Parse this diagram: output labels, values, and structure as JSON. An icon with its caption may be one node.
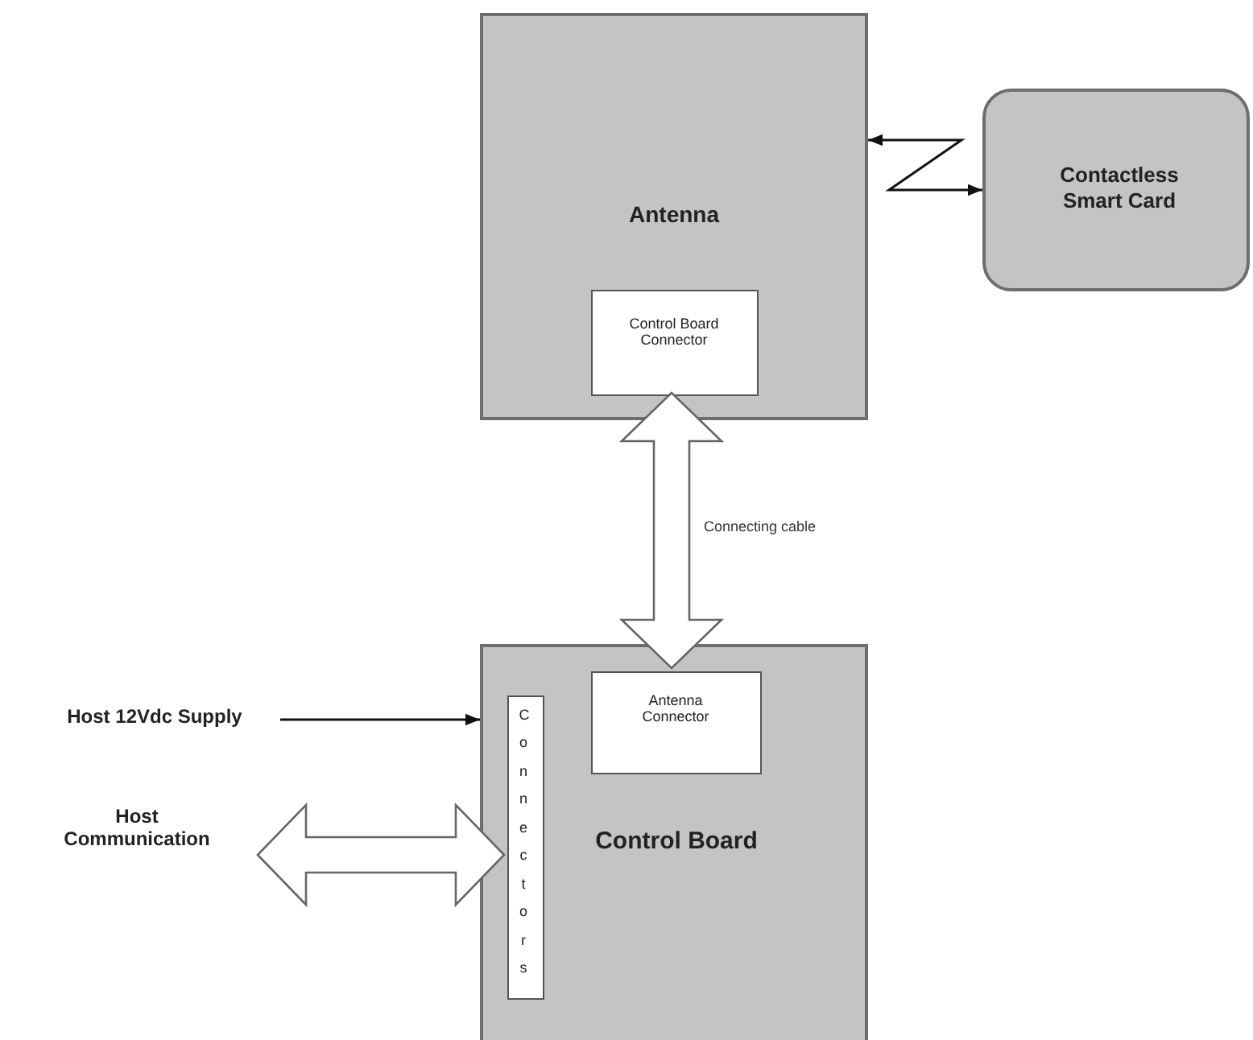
{
  "diagram": {
    "nodes": [
      {
        "text": [
          "Antenna"
        ]
      },
      {
        "text": [
          "Control Board Connector"
        ],
        "in": 0
      },
      {
        "text": [
          "Contactless Smart Card"
        ]
      },
      {
        "text": [
          "Control Board"
        ]
      },
      {
        "text": [
          "Antenna Connector"
        ],
        "in": 3
      },
      {
        "text": [
          "Connectors"
        ],
        "in": 3
      },
      {
        "text": [
          "Host 12Vdc Supply"
        ]
      },
      {
        "text": [
          "Host Communication"
        ]
      }
    ],
    "edges": [
      {
        "from": 0,
        "to": 2,
        "arrow": "both"
      },
      {
        "from": 1,
        "to": 4,
        "arrow": "both",
        "label": "Connecting cable",
        "style": "thick"
      },
      {
        "from": 6,
        "to": 3,
        "arrow": "to"
      },
      {
        "from": 7,
        "to": 5,
        "arrow": "both",
        "style": "thick"
      }
    ]
  }
}
